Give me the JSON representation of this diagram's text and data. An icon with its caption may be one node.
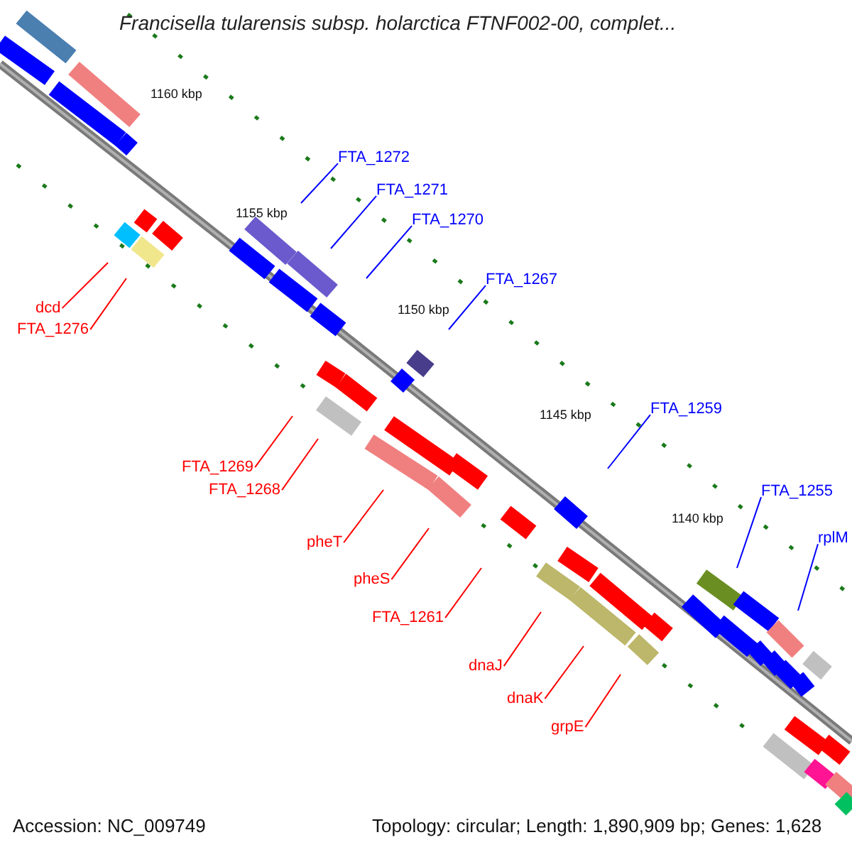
{
  "diagram": {
    "title": "Francisella tularensis subsp. holarctica FTNF002-00, complet...",
    "nodes": [
      {
        "text": [
          "FTA_1272"
        ]
      },
      {
        "text": [
          "FTA_1271"
        ]
      },
      {
        "text": [
          "FTA_1270"
        ]
      },
      {
        "text": [
          "FTA_1267"
        ]
      },
      {
        "text": [
          "dcd"
        ]
      },
      {
        "text": [
          "FTA_1276"
        ]
      },
      {
        "text": [
          "FTA_1259"
        ]
      },
      {
        "text": [
          "FTA_1269"
        ]
      },
      {
        "text": [
          "FTA_1268"
        ]
      },
      {
        "text": [
          "FTA_1255"
        ]
      },
      {
        "text": [
          "rplM"
        ]
      },
      {
        "text": [
          "pheT"
        ]
      },
      {
        "text": [
          "pheS"
        ]
      },
      {
        "text": [
          "FTA_1261"
        ]
      },
      {
        "text": [
          "dnaJ"
        ]
      },
      {
        "text": [
          "dnaK"
        ]
      },
      {
        "text": [
          "grpE"
        ]
      }
    ],
    "edges": [
      {
        "from": 0,
        "to": null,
        "arrow": "none",
        "color": "#0000ff"
      },
      {
        "from": 1,
        "to": null,
        "arrow": "none",
        "color": "#0000ff"
      },
      {
        "from": 2,
        "to": null,
        "arrow": "none",
        "color": "#0000ff"
      },
      {
        "from": 3,
        "to": null,
        "arrow": "none",
        "color": "#0000ff"
      },
      {
        "from": 4,
        "to": null,
        "arrow": "none"
      },
      {
        "from": 5,
        "to": null,
        "arrow": "none"
      },
      {
        "from": 6,
        "to": null,
        "arrow": "none",
        "color": "#0000ff"
      },
      {
        "from": 7,
        "to": null,
        "arrow": "none"
      },
      {
        "from": 8,
        "to": null,
        "arrow": "none"
      },
      {
        "from": 9,
        "to": null,
        "arrow": "none",
        "color": "#0000ff"
      },
      {
        "from": 10,
        "to": null,
        "arrow": "none",
        "color": "#0000ff"
      },
      {
        "from": 11,
        "to": null,
        "arrow": "none"
      },
      {
        "from": 12,
        "to": null,
        "arrow": "none"
      },
      {
        "from": 13,
        "to": null,
        "arrow": "none"
      },
      {
        "from": 14,
        "to": null,
        "arrow": "none"
      },
      {
        "from": 15,
        "to": null,
        "arrow": "none"
      },
      {
        "from": 16,
        "to": null,
        "arrow": "none"
      }
    ],
    "labels": [
      "1160 kbp",
      "1155 kbp",
      "1150 kbp",
      "1145 kbp",
      "1140 kbp",
      "Accession: NC_009749",
      "Topology: circular; Length: 1,890,909 bp; Genes: 1,628"
    ]
  }
}
